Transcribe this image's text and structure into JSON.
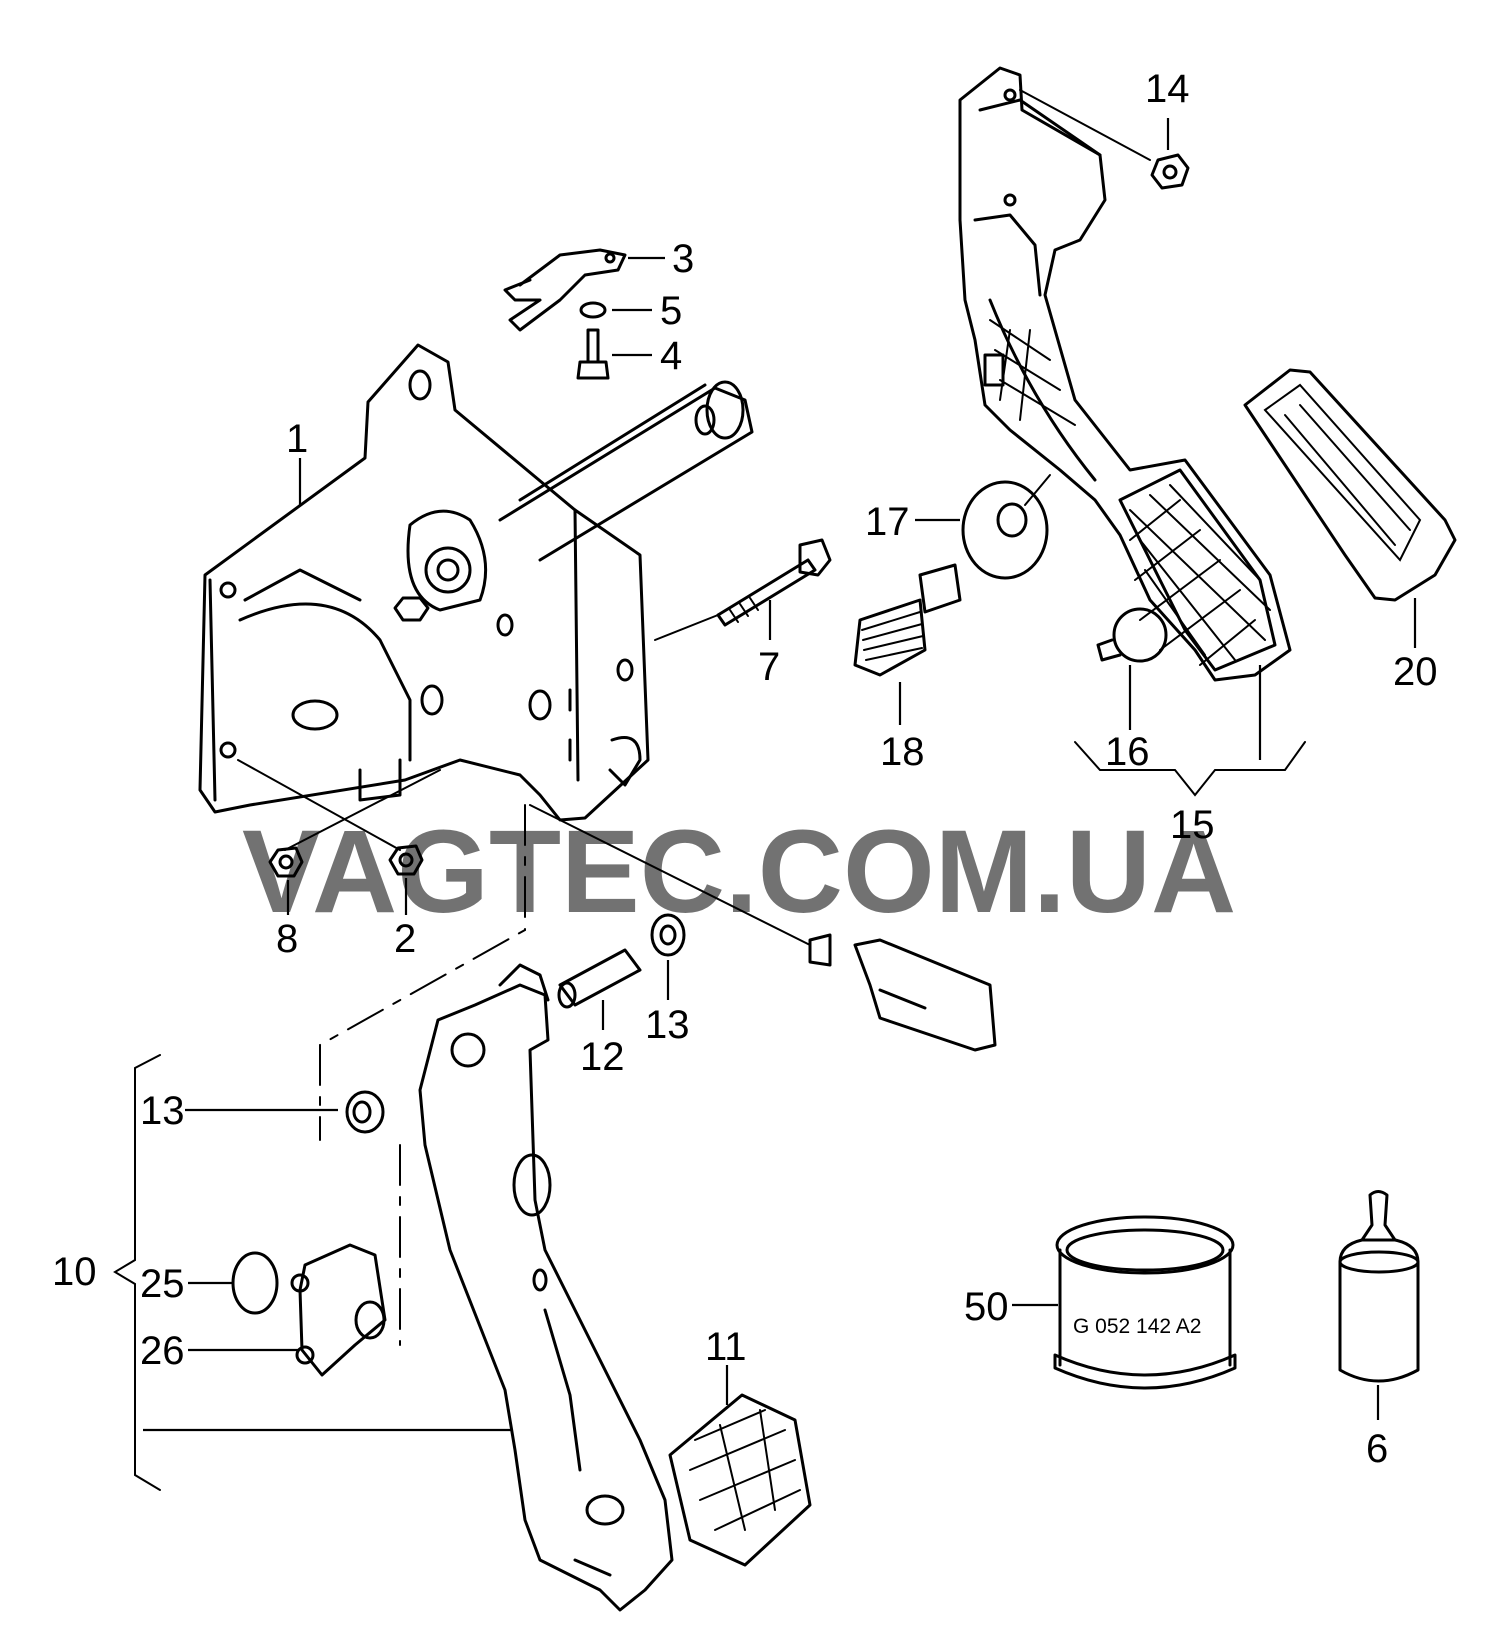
{
  "watermark": {
    "text": "VAGTEC.COM.UA",
    "color": "#f0747d"
  },
  "callouts": {
    "c1": "1",
    "c2": "2",
    "c3": "3",
    "c4": "4",
    "c5": "5",
    "c6": "6",
    "c7": "7",
    "c8": "8",
    "c10": "10",
    "c11": "11",
    "c12": "12",
    "c13a": "13",
    "c13b": "13",
    "c14": "14",
    "c15": "15",
    "c16": "16",
    "c17": "17",
    "c18": "18",
    "c20": "20",
    "c25": "25",
    "c26": "26",
    "c50": "50"
  },
  "grease_tin": {
    "label": "G 052 142 A2"
  }
}
